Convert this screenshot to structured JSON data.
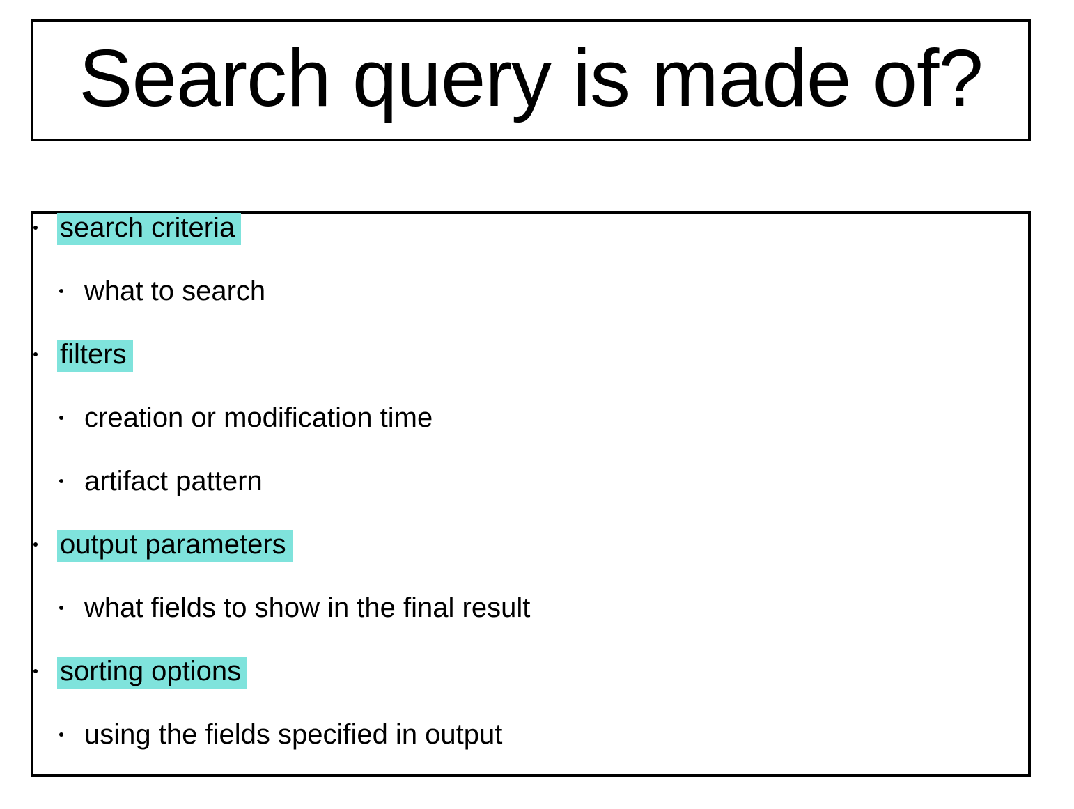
{
  "slide": {
    "title": "Search query is made of?",
    "highlight_color": "#7FE3DC",
    "items": [
      {
        "label": "search criteria",
        "level": 1,
        "highlighted": true
      },
      {
        "label": "what to search",
        "level": 2,
        "highlighted": false
      },
      {
        "label": "filters",
        "level": 1,
        "highlighted": true
      },
      {
        "label": "creation or modification time",
        "level": 2,
        "highlighted": false
      },
      {
        "label": "artifact pattern",
        "level": 2,
        "highlighted": false
      },
      {
        "label": "output parameters",
        "level": 1,
        "highlighted": true
      },
      {
        "label": "what fields to show in the final result",
        "level": 2,
        "highlighted": false
      },
      {
        "label": "sorting options",
        "level": 1,
        "highlighted": true
      },
      {
        "label": "using the fields specified in output",
        "level": 2,
        "highlighted": false
      }
    ]
  }
}
